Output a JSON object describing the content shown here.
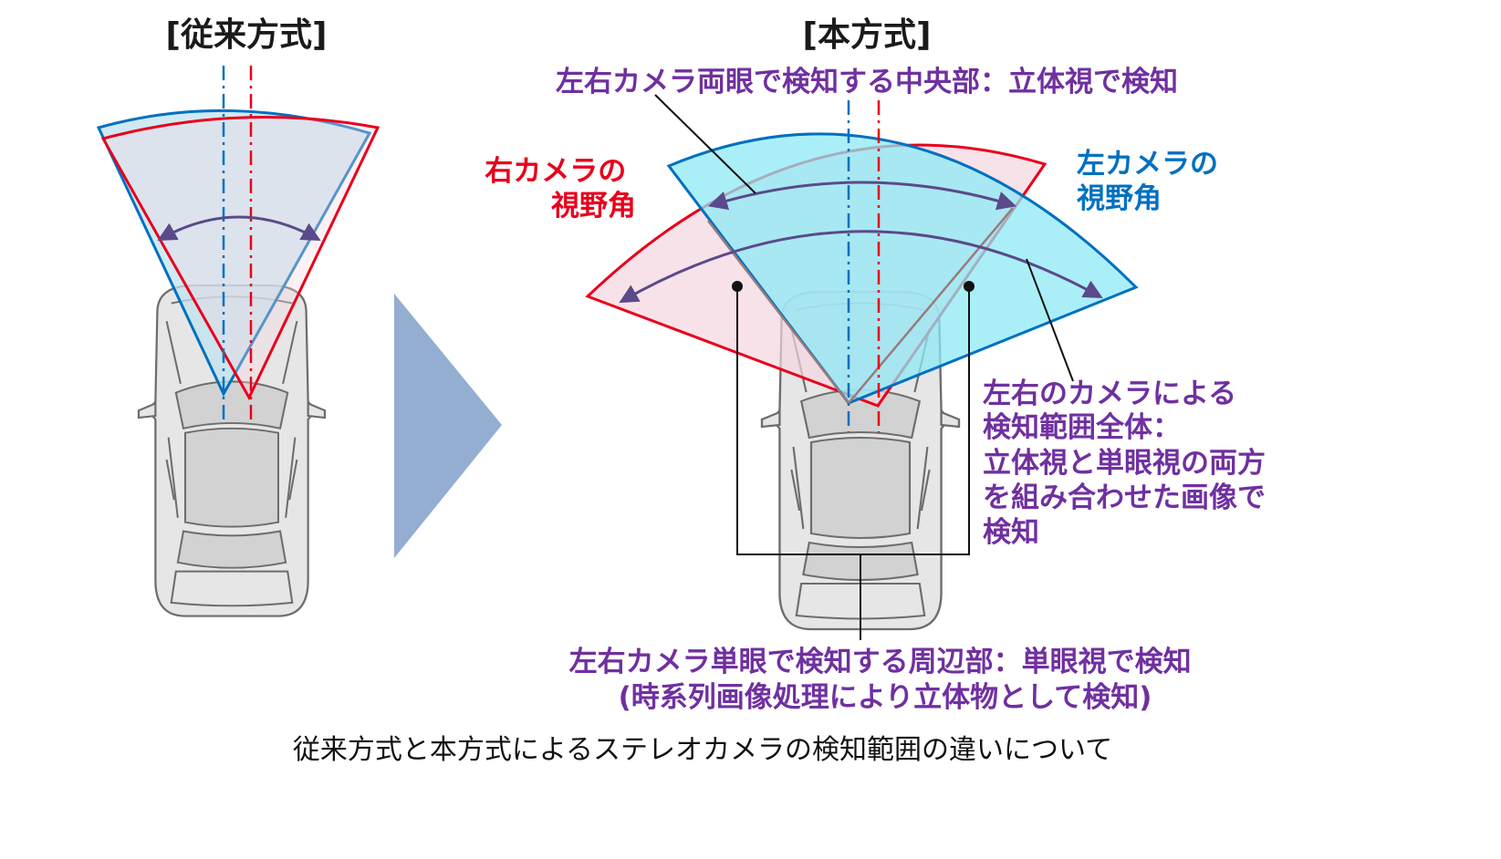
{
  "left_panel": {
    "heading": "[従来方式]"
  },
  "right_panel": {
    "heading": "[本方式]",
    "center_label": "左右カメラ両眼で検知する中央部：立体視で検知",
    "right_camera_label": [
      "右カメラの",
      "視野角"
    ],
    "left_camera_label": [
      "左カメラの",
      "視野角"
    ],
    "total_label": [
      "左右のカメラによる",
      "検知範囲全体：",
      "立体視と単眼視の両方",
      "を組み合わせた画像で",
      "検知"
    ],
    "peripheral_label": [
      "左右カメラ単眼で検知する周辺部：単眼視で検知",
      "(時系列画像処理により立体物として検知)"
    ]
  },
  "caption": "従来方式と本方式によるステレオカメラの検知範囲の違いについて",
  "colors": {
    "right_camera": "#e8001c",
    "left_camera": "#0070c0",
    "annotation": "#7030a0",
    "arrow_shape": "#94aed2",
    "blue_fill": "#bfe3ef",
    "cyan_fill": "#8eeaf6",
    "pink_fill": "#f5d6e0",
    "car_fill": "#e6e6e6",
    "car_outline": "#6d6d6d"
  }
}
